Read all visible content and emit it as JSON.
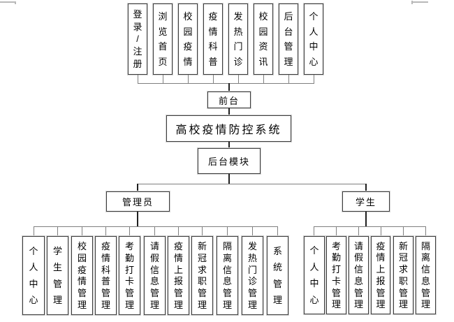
{
  "diagram": {
    "root_label": "高校疫情防控系统",
    "front_group": {
      "label": "前台",
      "modules": [
        {
          "label": "登录/注册"
        },
        {
          "label": "浏览首页"
        },
        {
          "label": "校园疫情"
        },
        {
          "label": "疫情科普"
        },
        {
          "label": "发热门诊"
        },
        {
          "label": "校园资讯"
        },
        {
          "label": "后台管理"
        },
        {
          "label": "个人中心"
        }
      ]
    },
    "backend_group": {
      "label": "后台模块",
      "roles": [
        {
          "label": "管理员",
          "modules": [
            {
              "label": "个人中心"
            },
            {
              "label": "学生管理"
            },
            {
              "label": "校园疫情管理"
            },
            {
              "label": "疫情科普管理"
            },
            {
              "label": "考勤打卡管理"
            },
            {
              "label": "请假信息管理"
            },
            {
              "label": "疫情上报管理"
            },
            {
              "label": "新冠求职管理"
            },
            {
              "label": "隔离信息管理"
            },
            {
              "label": "发热门诊管理"
            },
            {
              "label": "系统管理"
            }
          ]
        },
        {
          "label": "学生",
          "modules": [
            {
              "label": "个人中心"
            },
            {
              "label": "考勤打卡管理"
            },
            {
              "label": "请假信息管理"
            },
            {
              "label": "疫情上报管理"
            },
            {
              "label": "新冠求职管理"
            },
            {
              "label": "隔离信息管理"
            }
          ]
        }
      ]
    }
  },
  "colors": {
    "box_border": "#3d3d3d",
    "connector": "#7f7f7f",
    "trunk": "#1f1f1f",
    "text": "#000000"
  }
}
